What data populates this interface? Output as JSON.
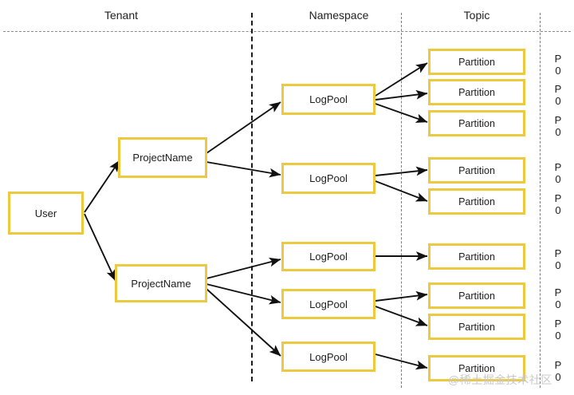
{
  "headers": {
    "tenant": "Tenant",
    "namespace": "Namespace",
    "topic": "Topic"
  },
  "nodes": {
    "user": "User",
    "project_top": "ProjectName",
    "project_bottom": "ProjectName",
    "logpool_1": "LogPool",
    "logpool_2": "LogPool",
    "logpool_3": "LogPool",
    "logpool_4": "LogPool",
    "logpool_5": "LogPool",
    "partition_1": "Partition",
    "partition_2": "Partition",
    "partition_3": "Partition",
    "partition_4": "Partition",
    "partition_5": "Partition",
    "partition_6": "Partition",
    "partition_7": "Partition",
    "partition_8": "Partition",
    "partition_9": "Partition"
  },
  "partition_tags": [
    {
      "line1": "P",
      "line2": "0"
    },
    {
      "line1": "P",
      "line2": "0"
    },
    {
      "line1": "P",
      "line2": "0"
    },
    {
      "line1": "P",
      "line2": "0"
    },
    {
      "line1": "P",
      "line2": "0"
    },
    {
      "line1": "P",
      "line2": "0"
    },
    {
      "line1": "P",
      "line2": "0"
    },
    {
      "line1": "P",
      "line2": "0"
    },
    {
      "line1": "P",
      "line2": "0"
    }
  ],
  "watermark": "@稀土掘金技术社区",
  "colors": {
    "box_border": "#edc940",
    "box_fill": "#ffffff",
    "arrow": "#111111",
    "divider_bold": "#1b1b1b",
    "divider_fine": "#7d7d7d",
    "text": "#1d1d1d",
    "watermark": "#c9c9c9"
  }
}
